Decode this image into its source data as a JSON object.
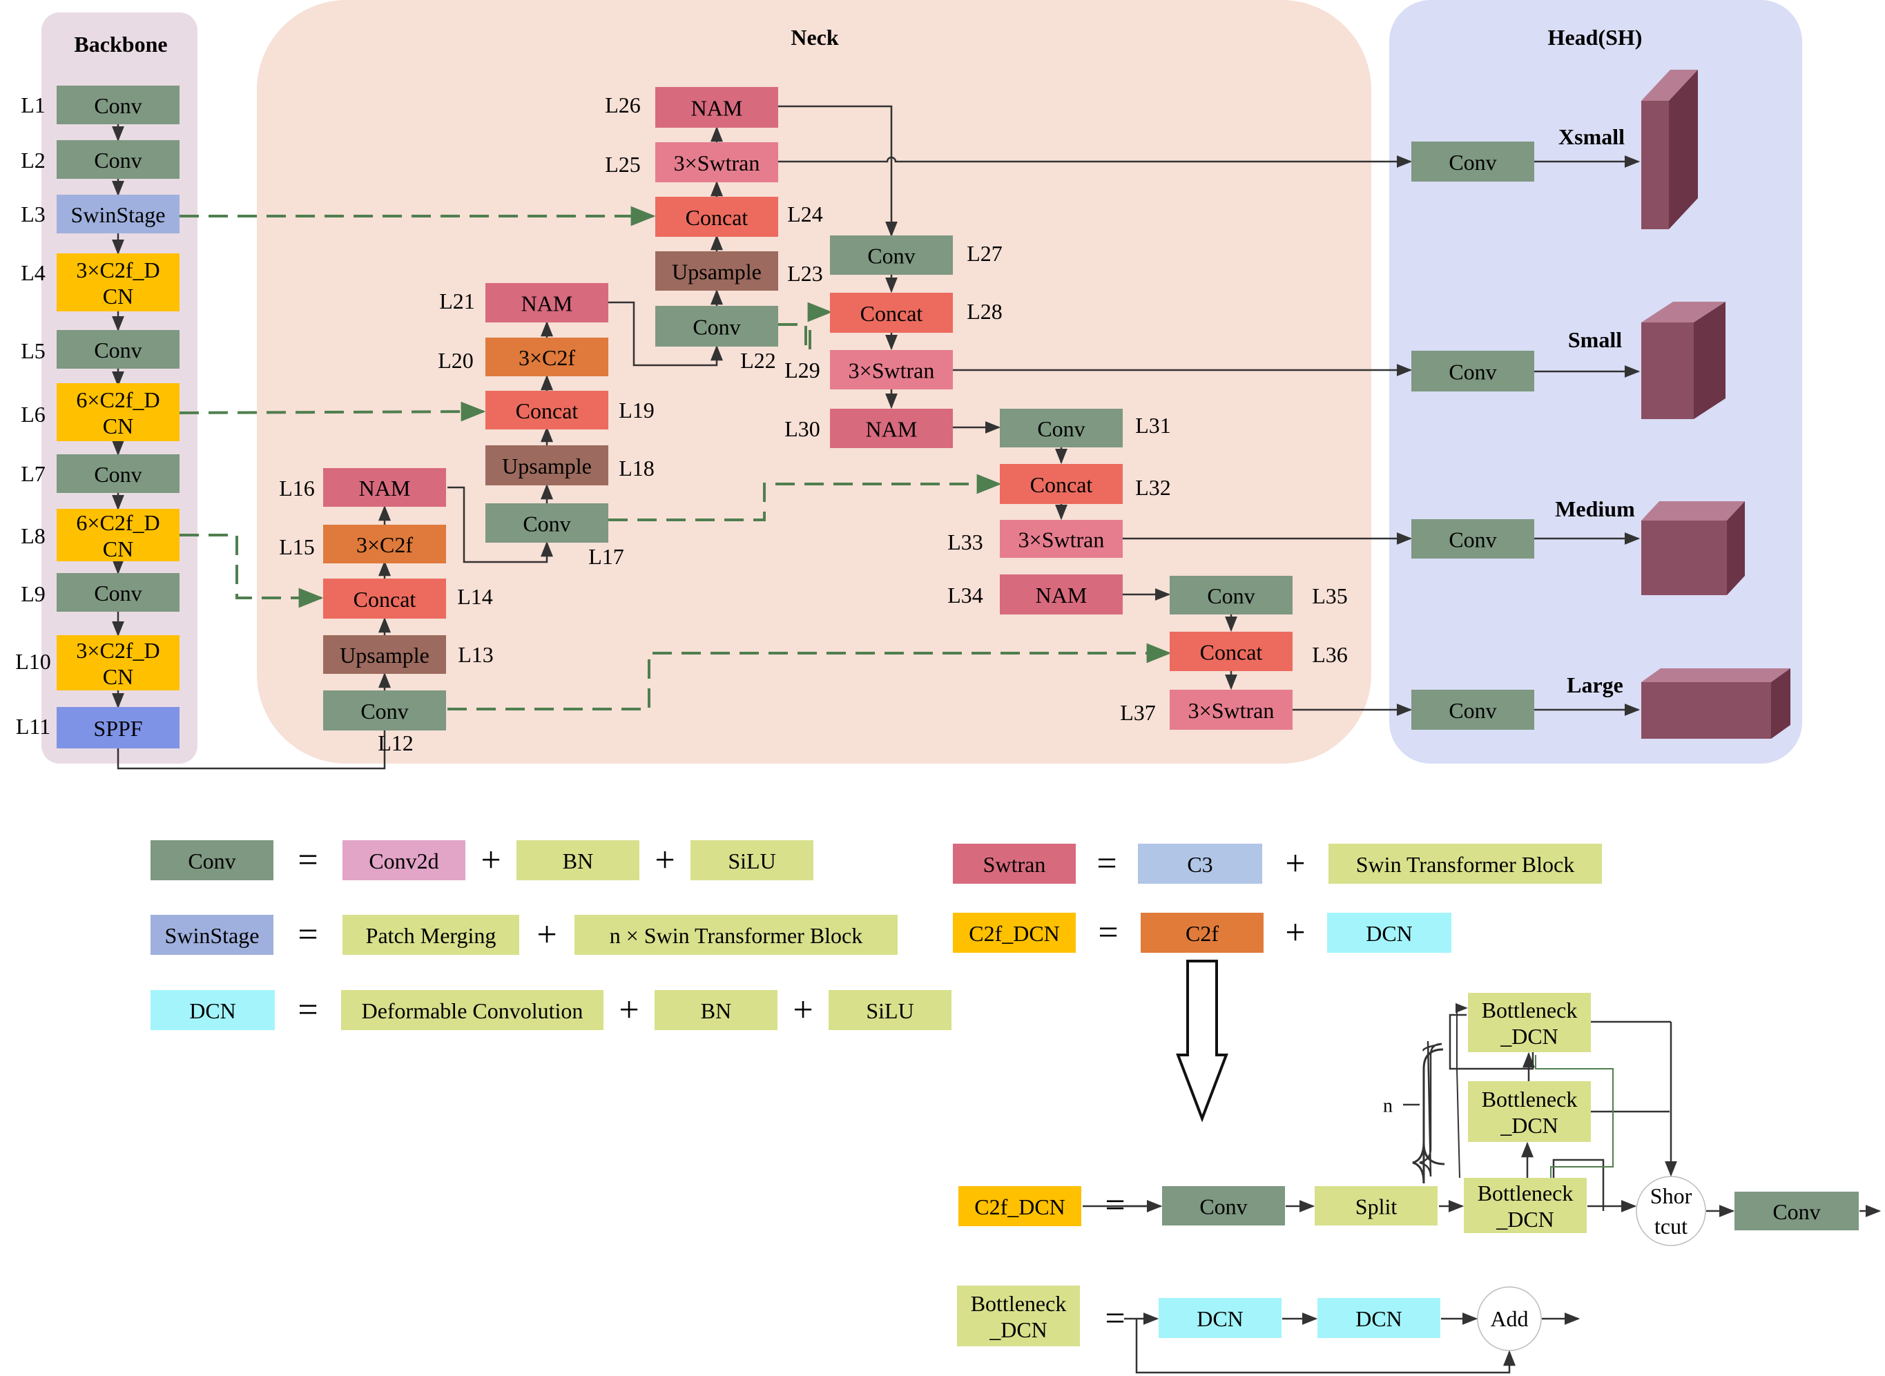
{
  "colors": {
    "conv": "#7e9882",
    "swin": "#9fb0de",
    "c2f_dcn": "#ffc000",
    "sppf": "#7f93e6",
    "nam": "#d86a7e",
    "swtran": "#e67d8e",
    "concat": "#ec6b5e",
    "upsample": "#9c6a5e",
    "c2f": "#df7a3c",
    "conv2d": "#e2a4c7",
    "bn": "#d8e08c",
    "c3": "#b1c5e6",
    "dcn": "#a4f5fb",
    "c2f_orange": "#e07b3a",
    "backbone_bg": "#e9dbe3",
    "neck_bg": "#f7e0d6",
    "head_bg": "#d9ddf5",
    "dash": "#4f7f4f",
    "cube": "#8a4f62"
  },
  "sections": {
    "backbone": "Backbone",
    "neck": "Neck",
    "head": "Head(SH)"
  },
  "nodes": [
    {
      "name": "backbone-l1-conv",
      "label": "Conv",
      "type": "conv"
    },
    {
      "name": "backbone-l2-conv",
      "label": "Conv",
      "type": "conv"
    },
    {
      "name": "backbone-l3-swinstage",
      "label": "SwinStage",
      "type": "swin"
    },
    {
      "name": "backbone-l4-c2f-dcn",
      "label": "3×C2f_D",
      "label2": "CN",
      "type": "c2f_dcn"
    },
    {
      "name": "backbone-l5-conv",
      "label": "Conv",
      "type": "conv"
    },
    {
      "name": "backbone-l6-c2f-dcn",
      "label": "6×C2f_D",
      "label2": "CN",
      "type": "c2f_dcn"
    },
    {
      "name": "backbone-l7-conv",
      "label": "Conv",
      "type": "conv"
    },
    {
      "name": "backbone-l8-c2f-dcn",
      "label": "6×C2f_D",
      "label2": "CN",
      "type": "c2f_dcn"
    },
    {
      "name": "backbone-l9-conv",
      "label": "Conv",
      "type": "conv"
    },
    {
      "name": "backbone-l10-c2f-dcn",
      "label": "3×C2f_D",
      "label2": "CN",
      "type": "c2f_dcn"
    },
    {
      "name": "backbone-l11-sppf",
      "label": "SPPF",
      "type": "sppf"
    },
    {
      "name": "neck-l12-conv",
      "label": "Conv",
      "type": "conv"
    },
    {
      "name": "neck-l13-upsample",
      "label": "Upsample",
      "type": "upsample"
    },
    {
      "name": "neck-l14-concat",
      "label": "Concat",
      "type": "concat"
    },
    {
      "name": "neck-l15-c2f",
      "label": "3×C2f",
      "type": "c2f"
    },
    {
      "name": "neck-l16-nam",
      "label": "NAM",
      "type": "nam"
    },
    {
      "name": "neck-l17-conv",
      "label": "Conv",
      "type": "conv"
    },
    {
      "name": "neck-l18-upsample",
      "label": "Upsample",
      "type": "upsample"
    },
    {
      "name": "neck-l19-concat",
      "label": "Concat",
      "type": "concat"
    },
    {
      "name": "neck-l20-c2f",
      "label": "3×C2f",
      "type": "c2f"
    },
    {
      "name": "neck-l21-nam",
      "label": "NAM",
      "type": "nam"
    },
    {
      "name": "neck-l22-conv",
      "label": "Conv",
      "type": "conv"
    },
    {
      "name": "neck-l23-upsample",
      "label": "Upsample",
      "type": "upsample"
    },
    {
      "name": "neck-l24-concat",
      "label": "Concat",
      "type": "concat"
    },
    {
      "name": "neck-l25-swtran",
      "label": "3×Swtran",
      "type": "swtran"
    },
    {
      "name": "neck-l26-nam",
      "label": "NAM",
      "type": "nam"
    },
    {
      "name": "neck-l27-conv",
      "label": "Conv",
      "type": "conv"
    },
    {
      "name": "neck-l28-concat",
      "label": "Concat",
      "type": "concat"
    },
    {
      "name": "neck-l29-swtran",
      "label": "3×Swtran",
      "type": "swtran"
    },
    {
      "name": "neck-l30-nam",
      "label": "NAM",
      "type": "nam"
    },
    {
      "name": "neck-l31-conv",
      "label": "Conv",
      "type": "conv"
    },
    {
      "name": "neck-l32-concat",
      "label": "Concat",
      "type": "concat"
    },
    {
      "name": "neck-l33-swtran",
      "label": "3×Swtran",
      "type": "swtran"
    },
    {
      "name": "neck-l34-nam",
      "label": "NAM",
      "type": "nam"
    },
    {
      "name": "neck-l35-conv",
      "label": "Conv",
      "type": "conv"
    },
    {
      "name": "neck-l36-concat",
      "label": "Concat",
      "type": "concat"
    },
    {
      "name": "neck-l37-swtran",
      "label": "3×Swtran",
      "type": "swtran"
    },
    {
      "name": "head-conv-xsmall",
      "label": "Conv",
      "type": "conv"
    },
    {
      "name": "head-conv-small",
      "label": "Conv",
      "type": "conv"
    },
    {
      "name": "head-conv-medium",
      "label": "Conv",
      "type": "conv"
    },
    {
      "name": "head-conv-large",
      "label": "Conv",
      "type": "conv"
    }
  ],
  "layer_labels": [
    "L1",
    "L2",
    "L3",
    "L4",
    "L5",
    "L6",
    "L7",
    "L8",
    "L9",
    "L10",
    "L11",
    "L12",
    "L13",
    "L14",
    "L15",
    "L16",
    "L17",
    "L18",
    "L19",
    "L20",
    "L21",
    "L22",
    "L23",
    "L24",
    "L25",
    "L26",
    "L27",
    "L28",
    "L29",
    "L30",
    "L31",
    "L32",
    "L33",
    "L34",
    "L35",
    "L36",
    "L37"
  ],
  "head_outputs": [
    "Xsmall",
    "Small",
    "Medium",
    "Large"
  ],
  "legend": [
    {
      "name": "conv",
      "items": [
        [
          "Conv",
          "conv"
        ],
        [
          "Conv2d",
          "conv2d"
        ],
        [
          "BN",
          "bn"
        ],
        [
          "SiLU",
          "bn"
        ]
      ]
    },
    {
      "name": "swinstage",
      "items": [
        [
          "SwinStage",
          "swin"
        ],
        [
          "Patch Merging",
          "bn"
        ],
        [
          "n × Swin Transformer Block",
          "bn"
        ]
      ]
    },
    {
      "name": "dcn",
      "items": [
        [
          "DCN",
          "dcn"
        ],
        [
          "Deformable Convolution",
          "bn"
        ],
        [
          "BN",
          "bn"
        ],
        [
          "SiLU",
          "bn"
        ]
      ]
    },
    {
      "name": "swtran",
      "items": [
        [
          "Swtran",
          "nam"
        ],
        [
          "C3",
          "c3"
        ],
        [
          "Swin Transformer Block",
          "bn"
        ]
      ]
    },
    {
      "name": "c2f-dcn",
      "items": [
        [
          "C2f_DCN",
          "c2f_dcn"
        ],
        [
          "C2f",
          "c2f_orange"
        ],
        [
          "DCN",
          "dcn"
        ]
      ]
    }
  ],
  "detail": {
    "c2f_dcn": {
      "title": "C2f_DCN",
      "conv": "Conv",
      "split": "Split",
      "bottleneck_a": "Bottleneck",
      "bottleneck_b": "_DCN",
      "n_label": "n",
      "shortcut_a": "Shor",
      "shortcut_b": "tcut",
      "conv_out": "Conv"
    },
    "bottleneck_dcn": {
      "title_a": "Bottleneck",
      "title_b": "_DCN",
      "dcn1": "DCN",
      "dcn2": "DCN",
      "add": "Add"
    }
  }
}
